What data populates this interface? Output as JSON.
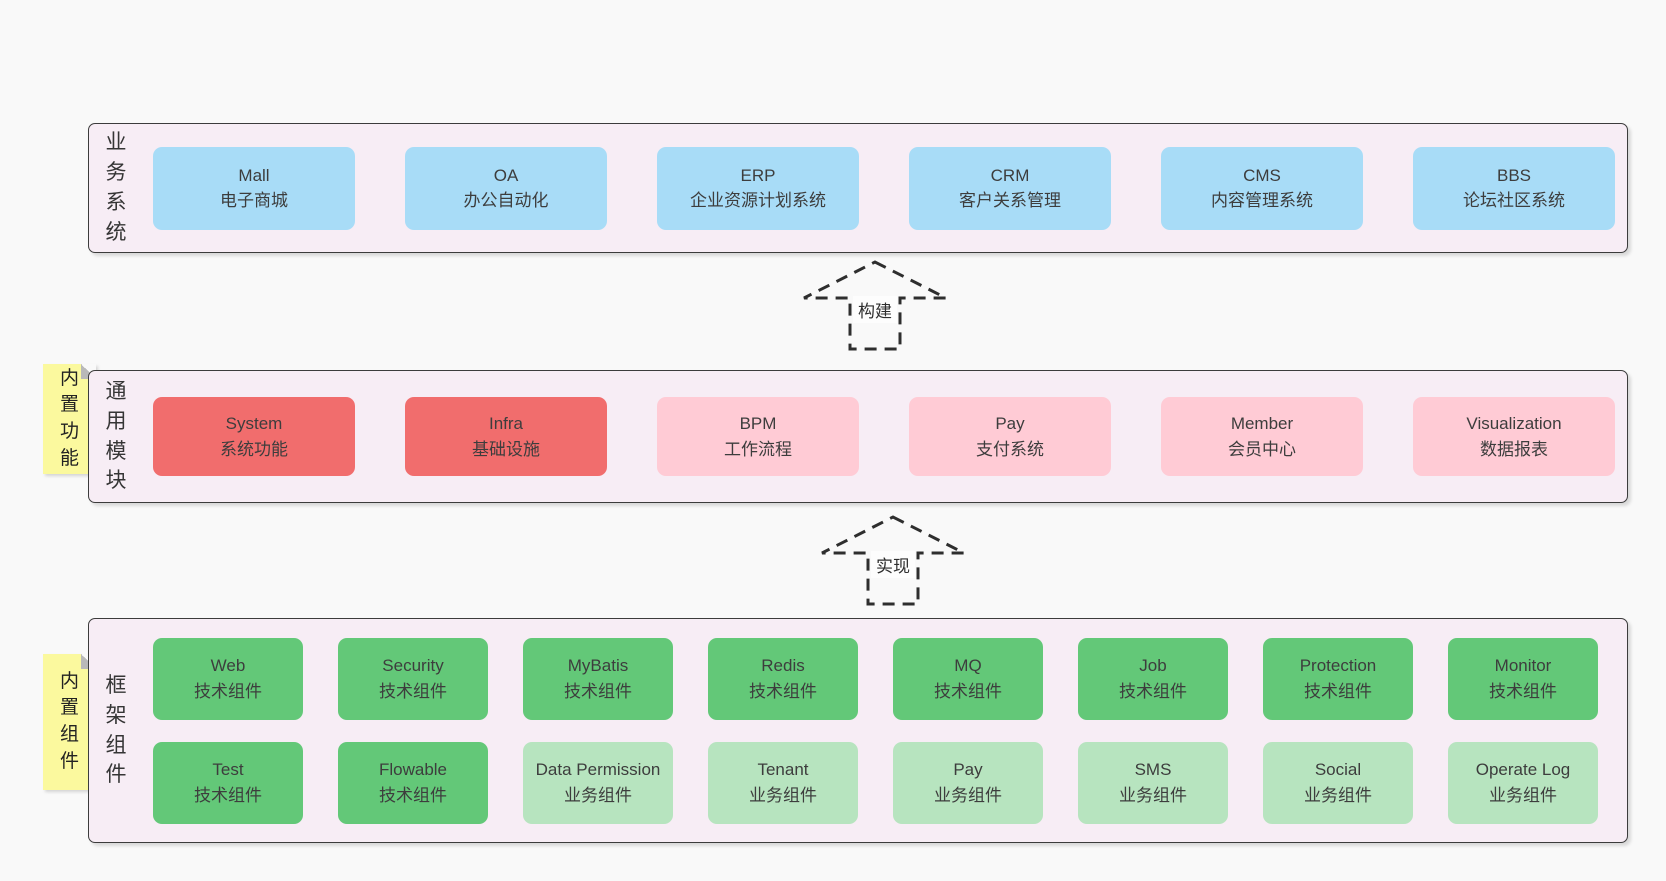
{
  "colors": {
    "page_bg": "#f9f9f9",
    "container_bg": "#f7edf5",
    "container_border": "#3c3c3c",
    "blue": "#a8dcf7",
    "red": "#f16d6d",
    "pink": "#ffcbd5",
    "green": "#63c878",
    "lightgreen": "#b7e4bf",
    "yellow": "#fbf99e",
    "fold_gray": "#b9b9b9",
    "text": "#3d3d3d"
  },
  "layers": {
    "business": {
      "label": "业务系统",
      "boxes": [
        {
          "en": "Mall",
          "zh": "电子商城",
          "variant": "blue"
        },
        {
          "en": "OA",
          "zh": "办公自动化",
          "variant": "blue"
        },
        {
          "en": "ERP",
          "zh": "企业资源计划系统",
          "variant": "blue"
        },
        {
          "en": "CRM",
          "zh": "客户关系管理",
          "variant": "blue"
        },
        {
          "en": "CMS",
          "zh": "内容管理系统",
          "variant": "blue"
        },
        {
          "en": "BBS",
          "zh": "论坛社区系统",
          "variant": "blue"
        }
      ]
    },
    "modules": {
      "label": "通用模块",
      "tab": "内置功能",
      "boxes": [
        {
          "en": "System",
          "zh": "系统功能",
          "variant": "red"
        },
        {
          "en": "Infra",
          "zh": "基础设施",
          "variant": "red"
        },
        {
          "en": "BPM",
          "zh": "工作流程",
          "variant": "pink"
        },
        {
          "en": "Pay",
          "zh": "支付系统",
          "variant": "pink"
        },
        {
          "en": "Member",
          "zh": "会员中心",
          "variant": "pink"
        },
        {
          "en": "Visualization",
          "zh": "数据报表",
          "variant": "pink"
        }
      ]
    },
    "components": {
      "label": "框架组件",
      "tab": "内置组件",
      "rows": [
        [
          {
            "en": "Web",
            "zh": "技术组件",
            "variant": "green"
          },
          {
            "en": "Security",
            "zh": "技术组件",
            "variant": "green"
          },
          {
            "en": "MyBatis",
            "zh": "技术组件",
            "variant": "green"
          },
          {
            "en": "Redis",
            "zh": "技术组件",
            "variant": "green"
          },
          {
            "en": "MQ",
            "zh": "技术组件",
            "variant": "green"
          },
          {
            "en": "Job",
            "zh": "技术组件",
            "variant": "green"
          },
          {
            "en": "Protection",
            "zh": "技术组件",
            "variant": "green"
          },
          {
            "en": "Monitor",
            "zh": "技术组件",
            "variant": "green"
          }
        ],
        [
          {
            "en": "Test",
            "zh": "技术组件",
            "variant": "green"
          },
          {
            "en": "Flowable",
            "zh": "技术组件",
            "variant": "green"
          },
          {
            "en": "Data Permission",
            "zh": "业务组件",
            "variant": "lightgreen"
          },
          {
            "en": "Tenant",
            "zh": "业务组件",
            "variant": "lightgreen"
          },
          {
            "en": "Pay",
            "zh": "业务组件",
            "variant": "lightgreen"
          },
          {
            "en": "SMS",
            "zh": "业务组件",
            "variant": "lightgreen"
          },
          {
            "en": "Social",
            "zh": "业务组件",
            "variant": "lightgreen"
          },
          {
            "en": "Operate Log",
            "zh": "业务组件",
            "variant": "lightgreen"
          }
        ]
      ]
    }
  },
  "arrows": [
    {
      "label": "构建"
    },
    {
      "label": "实现"
    }
  ]
}
